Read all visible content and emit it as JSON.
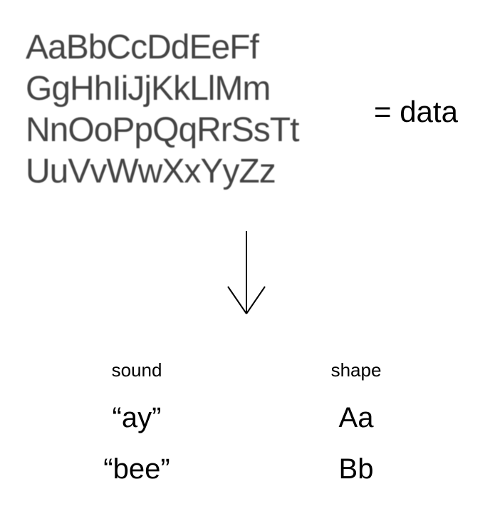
{
  "alphabet_lines": [
    "AaBbCcDdEeFf",
    "GgHhIiJjKkLlMm",
    "NnOoPpQqRrSsTt",
    "UuVvWwXxYyZz"
  ],
  "equals_label": "= data",
  "columns": {
    "left": {
      "header": "sound",
      "rows": [
        "“ay”",
        "“bee”"
      ]
    },
    "right": {
      "header": "shape",
      "rows": [
        "Aa",
        "Bb"
      ]
    }
  },
  "colors": {
    "alphabet_text": "#444444",
    "text": "#000000",
    "background": "#ffffff"
  },
  "icons": {
    "arrow": "arrow-down-icon"
  }
}
